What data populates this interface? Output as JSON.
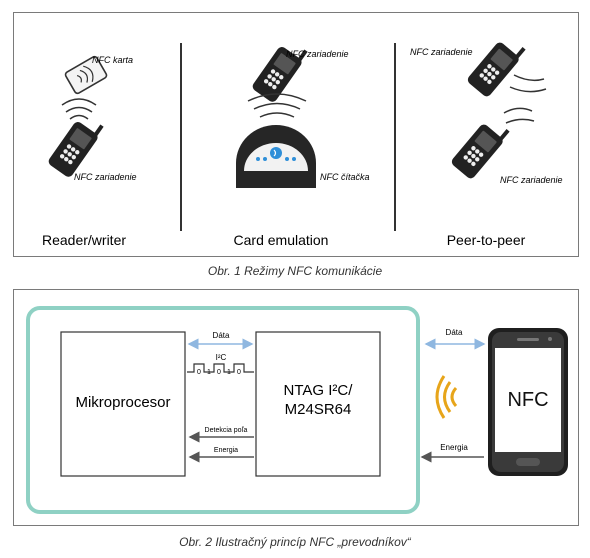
{
  "figure1": {
    "modes": [
      {
        "title": "Reader/writer",
        "device_top_label": "NFC karta",
        "device_bottom_label": "NFC zariadenie"
      },
      {
        "title": "Card emulation",
        "device_top_label": "NFC zariadenie",
        "device_bottom_label": "NFC čítačka"
      },
      {
        "title": "Peer-to-peer",
        "device_top_label": "NFC zariadenie",
        "device_bottom_label": "NFC zariadenie"
      }
    ],
    "caption": "Obr. 1  Režimy NFC komunikácie"
  },
  "figure2": {
    "microprocessor_label": "Mikroprocesor",
    "ntag_label_line1": "NTAG I²C/",
    "ntag_label_line2": "M24SR64",
    "data_label_left": "Dáta",
    "data_label_right": "Dáta",
    "i2c_label": "I²C",
    "i2c_bits": [
      "0",
      "1",
      "0",
      "1",
      "0"
    ],
    "field_detect_label": "Detekcia poľa",
    "energy_label_left": "Energia",
    "energy_label_right": "Energia",
    "phone_label": "NFC",
    "caption": "Obr. 2  Ilustračný princíp NFC „prevodníkov“",
    "colors": {
      "board_border": "#8fd1c4",
      "nfc_waves": "#e7a51a",
      "arrow_blue": "#9fc3e6",
      "arrow_dark": "#555555"
    }
  }
}
